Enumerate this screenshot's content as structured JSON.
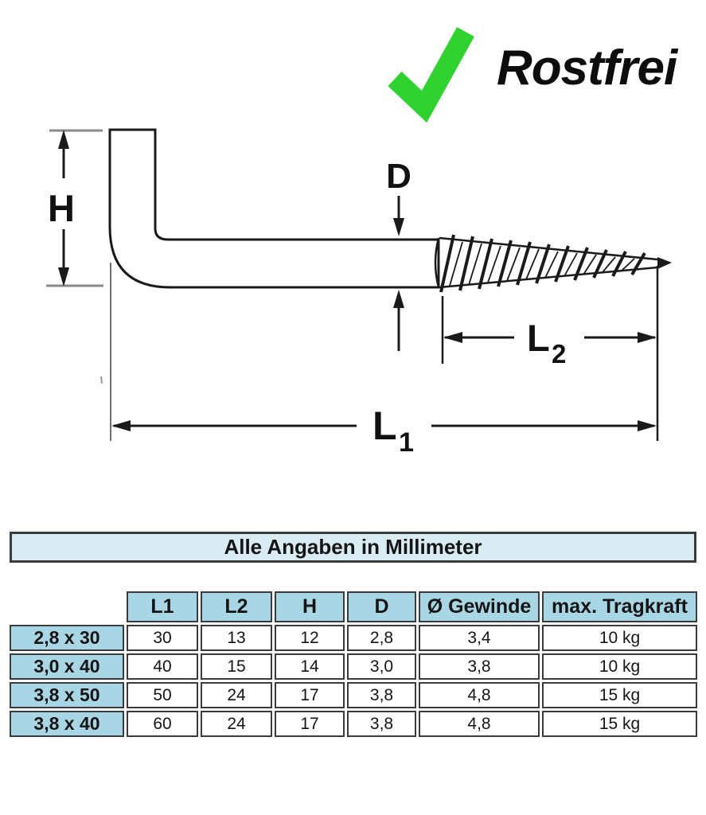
{
  "badge": {
    "label": "Rostfrei",
    "check_color": "#2fd22f"
  },
  "diagram": {
    "labels": {
      "h": "H",
      "d": "D",
      "l1_main": "L",
      "l1_sub": "1",
      "l2_main": "L",
      "l2_sub": "2"
    }
  },
  "table": {
    "caption": "Alle Angaben in Millimeter",
    "columns": [
      "L1",
      "L2",
      "H",
      "D",
      "Ø Gewinde",
      "max. Tragkraft"
    ],
    "rows": [
      {
        "label": "2,8 x 30",
        "values": [
          "30",
          "13",
          "12",
          "2,8",
          "3,4",
          "10 kg"
        ]
      },
      {
        "label": "3,0 x 40",
        "values": [
          "40",
          "15",
          "14",
          "3,0",
          "3,8",
          "10 kg"
        ]
      },
      {
        "label": "3,8 x 50",
        "values": [
          "50",
          "24",
          "17",
          "3,8",
          "4,8",
          "15 kg"
        ]
      },
      {
        "label": "3,8 x 40",
        "values": [
          "60",
          "24",
          "17",
          "3,8",
          "4,8",
          "15 kg"
        ]
      }
    ],
    "colors": {
      "cell_blue": "#a9d6e4",
      "caption_blue": "#d9ebf3",
      "border": "#3b3b3b",
      "ink": "#1a1a1a"
    }
  }
}
